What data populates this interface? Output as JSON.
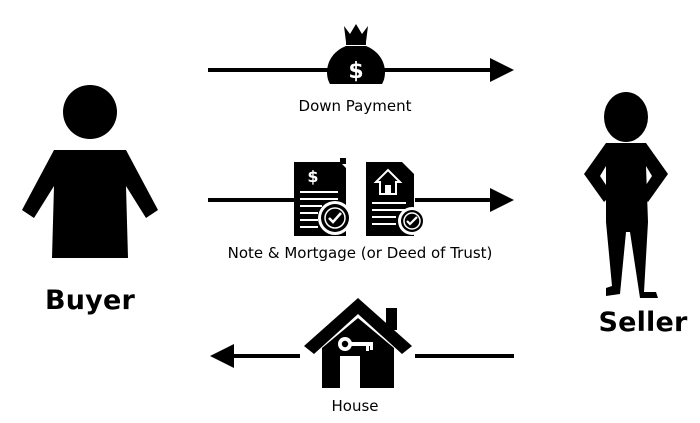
{
  "parties": {
    "buyer": "Buyer",
    "seller": "Seller"
  },
  "flows": [
    {
      "label": "Down Payment",
      "direction": "buyer-to-seller",
      "icon": "money-bag-icon"
    },
    {
      "label": "Note & Mortgage (or Deed of Trust)",
      "direction": "buyer-to-seller",
      "icon": "document-icon"
    },
    {
      "label": "House",
      "direction": "seller-to-buyer",
      "icon": "house-icon"
    }
  ],
  "icons": {
    "money_bag_symbol": "$",
    "note_symbol": "$"
  },
  "colors": {
    "ink": "#000000",
    "background": "#ffffff"
  }
}
